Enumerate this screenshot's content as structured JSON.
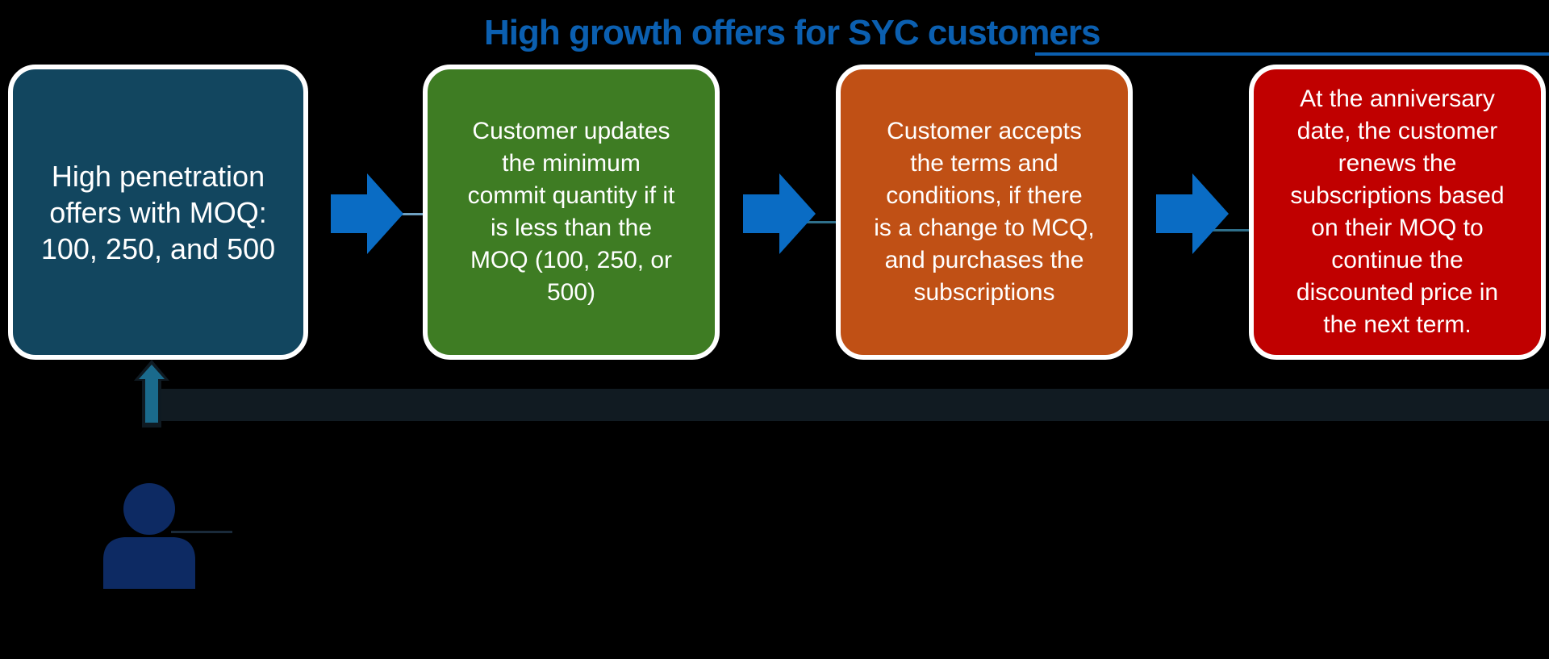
{
  "title": "High growth offers for SYC customers",
  "steps": [
    {
      "lines": [
        "High penetration",
        "offers with MOQ:",
        "100, 250, and 500"
      ],
      "color": "#12465f"
    },
    {
      "lines": [
        "Customer updates",
        "the minimum",
        "commit quantity if it",
        "is less than the",
        "MOQ (100, 250, or",
        "500)"
      ],
      "color": "#3e7c23"
    },
    {
      "lines": [
        "Customer accepts",
        "the terms and",
        "conditions, if there",
        "is a change to MCQ,",
        "and purchases the",
        "subscriptions"
      ],
      "color": "#c05015"
    },
    {
      "lines": [
        "At the anniversary",
        "date, the customer",
        "renews the",
        "subscriptions based",
        "on their MOQ to",
        "continue the",
        "discounted price in",
        "the next term."
      ],
      "color": "#c00000"
    }
  ],
  "colors": {
    "background": "#000000",
    "title": "#0b5fb0",
    "arrow": "#0a6cc4",
    "up_arrow": "#1a6a8c",
    "person": "#0d2a63"
  },
  "icons": {
    "flow_arrow": "right-arrow-icon",
    "feedback_arrow": "up-arrow-icon",
    "customer": "person-icon"
  }
}
